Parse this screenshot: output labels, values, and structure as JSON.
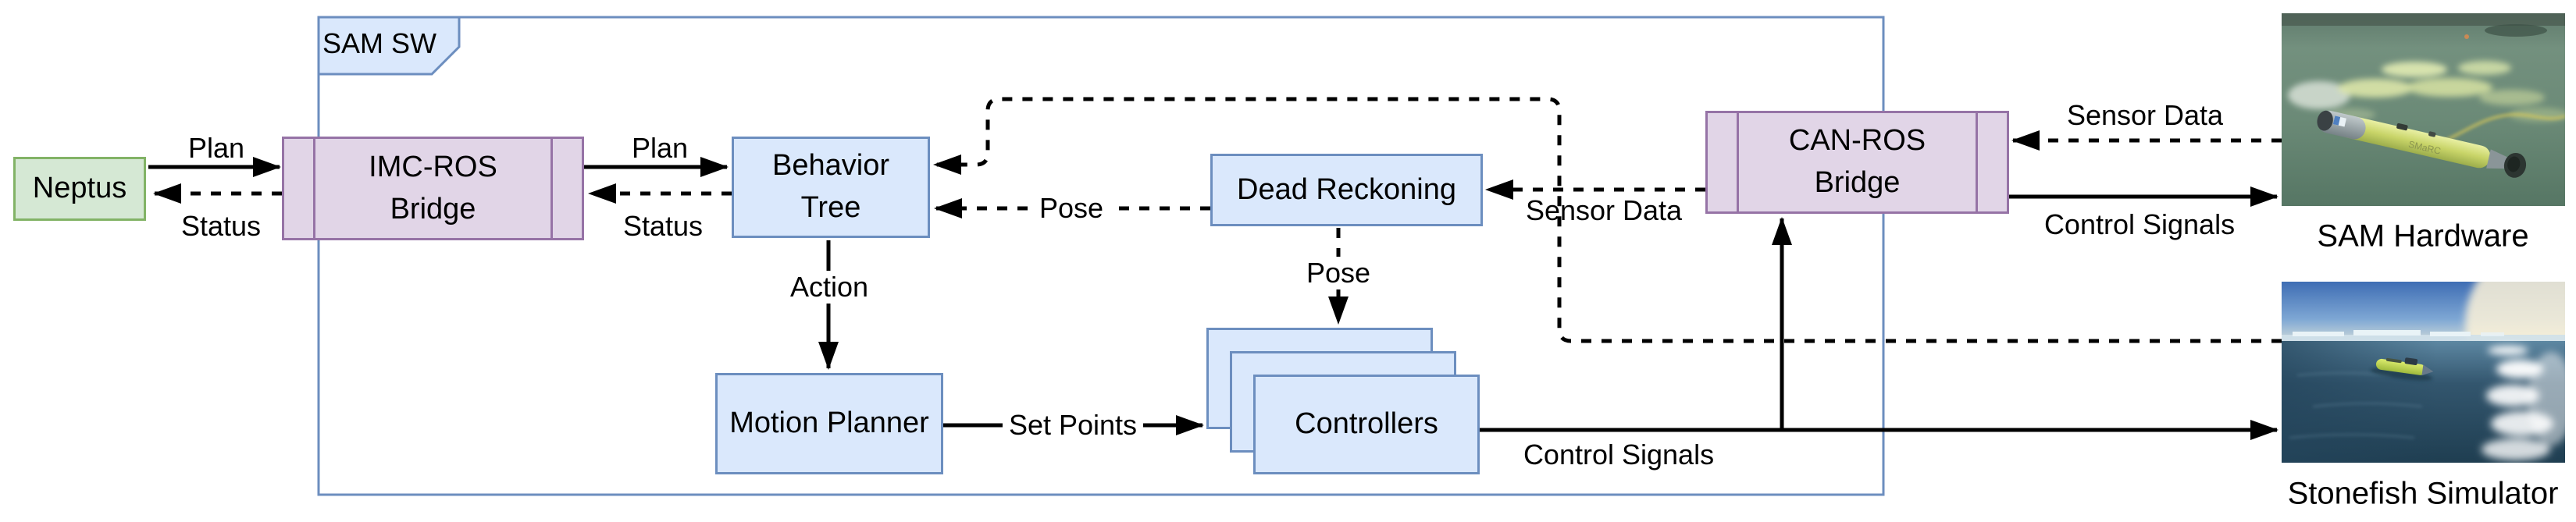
{
  "diagram": {
    "container": {
      "label": "SAM SW"
    },
    "nodes": {
      "neptus": "Neptus",
      "imc_ros_bridge": "IMC-ROS\nBridge",
      "behavior_tree": "Behavior\nTree",
      "dead_reckoning": "Dead Reckoning",
      "motion_planner": "Motion Planner",
      "controllers": "Controllers",
      "can_ros_bridge": "CAN-ROS\nBridge"
    },
    "edge_labels": {
      "plan_neptus": "Plan",
      "status_neptus": "Status",
      "plan_bt": "Plan",
      "status_bt": "Status",
      "action": "Action",
      "set_points": "Set Points",
      "pose_horizontal": "Pose",
      "pose_vertical": "Pose",
      "sensor_data_internal": "Sensor Data",
      "control_signals_internal": "Control Signals",
      "sensor_data_hardware": "Sensor Data",
      "control_signals_hardware": "Control Signals"
    },
    "captions": {
      "sam_hardware": "SAM Hardware",
      "stonefish_simulator": "Stonefish Simulator"
    },
    "colors": {
      "container_stroke": "#6c8ebf",
      "blue_fill": "#dae8fc",
      "blue_stroke": "#6c8ebf",
      "green_fill": "#d5e8d4",
      "green_stroke": "#82b366",
      "purple_fill": "#e1d5e7",
      "purple_stroke": "#9673a6",
      "edge_color": "#000000"
    }
  }
}
